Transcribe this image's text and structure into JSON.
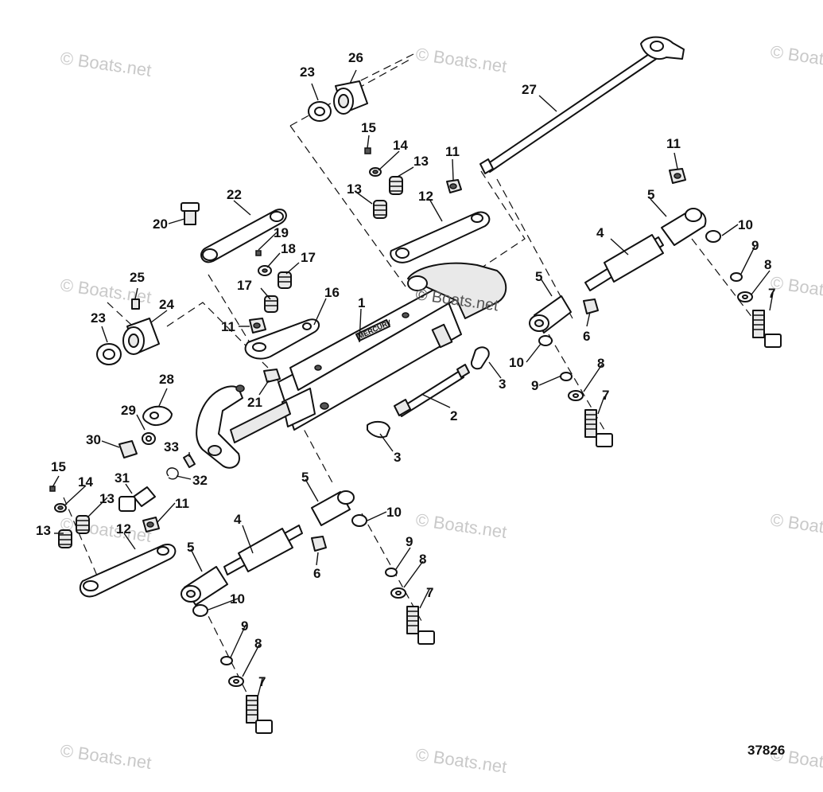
{
  "watermark": {
    "text": "© Boats.net"
  },
  "inline_watermark": {
    "text": "© Boats.net"
  },
  "brand_text": "MERCURY",
  "reference_number": "37826",
  "colors": {
    "line": "#111111",
    "watermark": "#c9c9c9",
    "background": "#ffffff"
  },
  "callouts": [
    {
      "n": "1"
    },
    {
      "n": "2"
    },
    {
      "n": "3"
    },
    {
      "n": "3"
    },
    {
      "n": "4"
    },
    {
      "n": "4"
    },
    {
      "n": "5"
    },
    {
      "n": "5"
    },
    {
      "n": "5"
    },
    {
      "n": "5"
    },
    {
      "n": "6"
    },
    {
      "n": "6"
    },
    {
      "n": "7"
    },
    {
      "n": "7"
    },
    {
      "n": "7"
    },
    {
      "n": "7"
    },
    {
      "n": "8"
    },
    {
      "n": "8"
    },
    {
      "n": "8"
    },
    {
      "n": "8"
    },
    {
      "n": "9"
    },
    {
      "n": "9"
    },
    {
      "n": "9"
    },
    {
      "n": "9"
    },
    {
      "n": "10"
    },
    {
      "n": "10"
    },
    {
      "n": "10"
    },
    {
      "n": "10"
    },
    {
      "n": "11"
    },
    {
      "n": "11"
    },
    {
      "n": "11"
    },
    {
      "n": "11"
    },
    {
      "n": "12"
    },
    {
      "n": "12"
    },
    {
      "n": "13"
    },
    {
      "n": "13"
    },
    {
      "n": "13"
    },
    {
      "n": "13"
    },
    {
      "n": "14"
    },
    {
      "n": "14"
    },
    {
      "n": "15"
    },
    {
      "n": "15"
    },
    {
      "n": "16"
    },
    {
      "n": "17"
    },
    {
      "n": "17"
    },
    {
      "n": "18"
    },
    {
      "n": "19"
    },
    {
      "n": "20"
    },
    {
      "n": "21"
    },
    {
      "n": "22"
    },
    {
      "n": "23"
    },
    {
      "n": "23"
    },
    {
      "n": "24"
    },
    {
      "n": "25"
    },
    {
      "n": "26"
    },
    {
      "n": "27"
    },
    {
      "n": "28"
    },
    {
      "n": "29"
    },
    {
      "n": "30"
    },
    {
      "n": "31"
    },
    {
      "n": "32"
    },
    {
      "n": "33"
    }
  ]
}
